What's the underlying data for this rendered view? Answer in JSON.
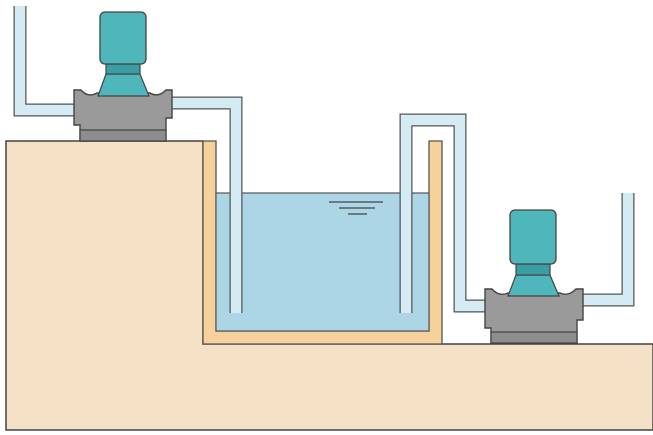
{
  "diagram": {
    "kind": "two-pump tank transfer illustration",
    "components": [
      "ground-upper",
      "ground-lower",
      "tank-liner",
      "tank-water",
      "water-level-mark",
      "pump-left",
      "pump-right",
      "pipe-left",
      "pipe-middle",
      "pipe-right"
    ],
    "colors": {
      "ground": "#f5e1c6",
      "outline": "#444444",
      "tank_liner": "#f7d19b",
      "water": "#acd6e6",
      "pipe_fill": "#d4ebf3",
      "pipe_stroke": "#555555",
      "pump_body": "#9a9a9a",
      "pump_motor": "#4fb6bb",
      "pump_motor_dark": "#3a9ea3"
    },
    "text_labels": []
  }
}
